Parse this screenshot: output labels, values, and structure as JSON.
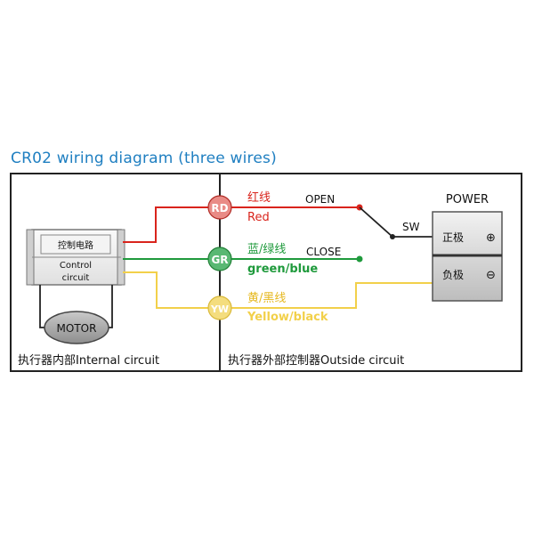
{
  "title": "CR02 wiring diagram (three wires)",
  "colors": {
    "title": "#1f7fc1",
    "red": "#d9241c",
    "green": "#1f9a3c",
    "yellow": "#f2d04a",
    "frame": "#222222"
  },
  "controller": {
    "chip_label": "控制电路",
    "board_label_line1": "Control",
    "board_label_line2": "circuit",
    "motor_label": "MOTOR"
  },
  "wires": {
    "red": {
      "tag": "RD",
      "cn": "红线",
      "en": "Red",
      "switch_label": "OPEN"
    },
    "green": {
      "tag": "GR",
      "cn": "蓝/绿线",
      "en": "green/blue",
      "switch_label": "CLOSE"
    },
    "yellow": {
      "tag": "YW",
      "cn": "黄/黑线",
      "en": "Yellow/black"
    }
  },
  "switch_label": "SW",
  "power": {
    "title": "POWER",
    "positive_label": "正极",
    "positive_symbol": "⊕",
    "negative_label": "负极",
    "negative_symbol": "⊖"
  },
  "footer": {
    "internal": "执行器内部Internal circuit",
    "outside": "执行器外部控制器Outside circuit"
  }
}
